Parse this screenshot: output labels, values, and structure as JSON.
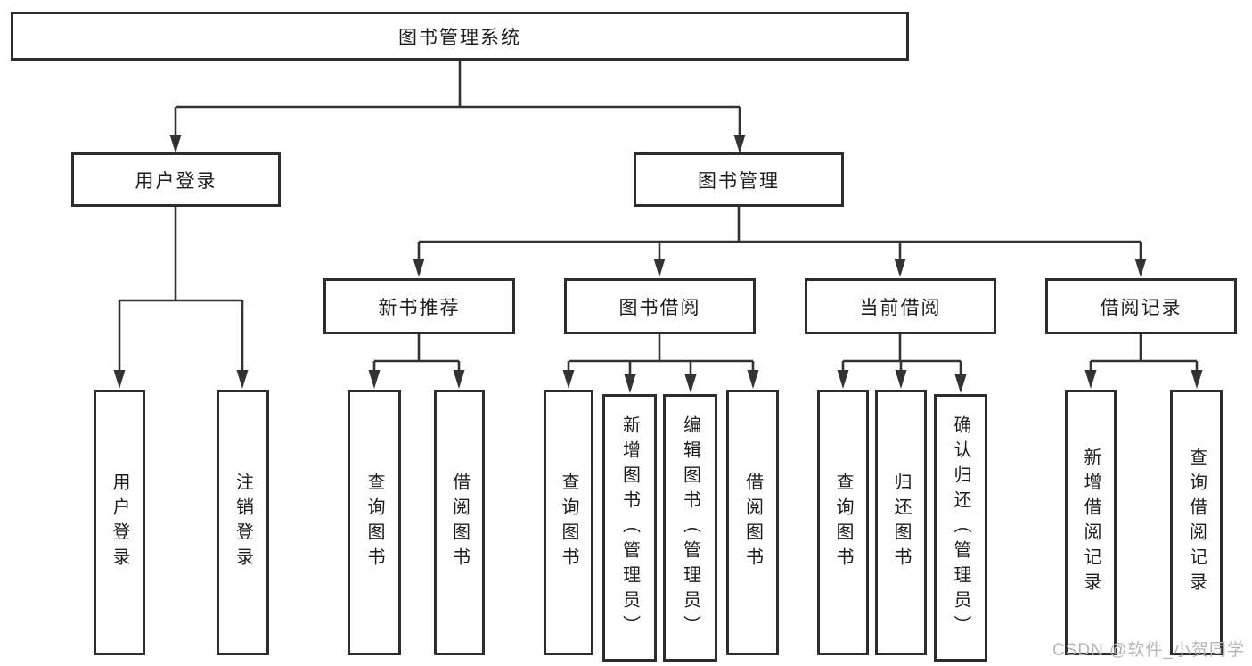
{
  "watermark": "CSDN @软件_小贺同学",
  "diagram_type": "functional-structure-tree",
  "hierarchy": {
    "label": "图书管理系统",
    "children": [
      {
        "label": "用户登录",
        "children": [
          {
            "label": "用户登录"
          },
          {
            "label": "注销登录"
          }
        ]
      },
      {
        "label": "图书管理",
        "children": [
          {
            "label": "新书推荐",
            "children": [
              {
                "label": "查询图书"
              },
              {
                "label": "借阅图书"
              }
            ]
          },
          {
            "label": "图书借阅",
            "children": [
              {
                "label": "查询图书"
              },
              {
                "label": "新增图书（管理员）"
              },
              {
                "label": "编辑图书（管理员）"
              },
              {
                "label": "借阅图书"
              }
            ]
          },
          {
            "label": "当前借阅",
            "children": [
              {
                "label": "查询图书"
              },
              {
                "label": "归还图书"
              },
              {
                "label": "确认归还（管理员）"
              }
            ]
          },
          {
            "label": "借阅记录",
            "children": [
              {
                "label": "新增借阅记录"
              },
              {
                "label": "查询借阅记录"
              }
            ]
          }
        ]
      }
    ]
  },
  "style": {
    "line_color": "#333333",
    "border_color": "#2d2d2d",
    "text_color": "#1c1c1c",
    "watermark_color": "#b5b5b5",
    "background": "#ffffff"
  }
}
